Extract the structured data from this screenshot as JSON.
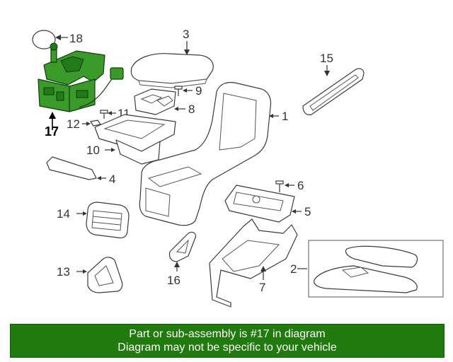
{
  "diagram": {
    "callouts": {
      "c1": "1",
      "c2": "2",
      "c3": "3",
      "c4": "4",
      "c5": "5",
      "c6": "6",
      "c7": "7",
      "c8": "8",
      "c9": "9",
      "c10": "10",
      "c11": "11",
      "c12": "12",
      "c13": "13",
      "c14": "14",
      "c15": "15",
      "c16": "16",
      "c17": "17",
      "c18": "18"
    },
    "highlighted_part": "17",
    "highlight_color": "#3a9a2a"
  },
  "footer": {
    "line1": "Part or sub-assembly is #17 in diagram",
    "line2": "Diagram may not be specific to your vehicle",
    "background": "#217a0e"
  }
}
